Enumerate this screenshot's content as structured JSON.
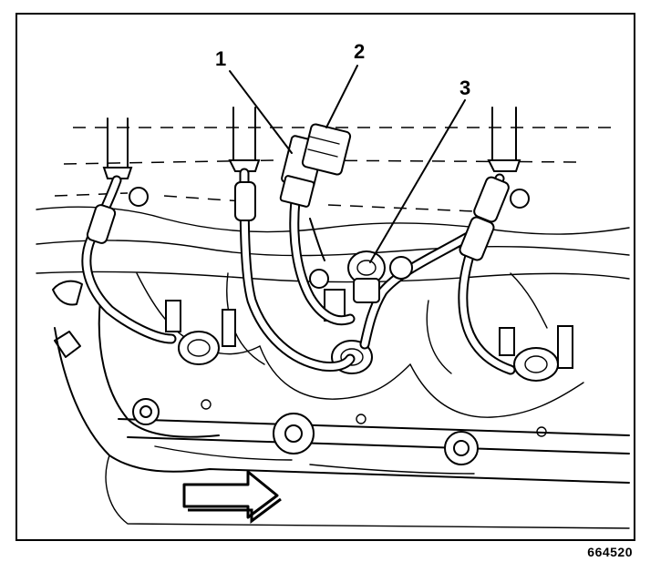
{
  "figure_id": "664520",
  "callouts": [
    {
      "label": "1",
      "part": "wiring-harness-connector"
    },
    {
      "label": "2",
      "part": "electrical-connector"
    },
    {
      "label": "3",
      "part": "sensor"
    }
  ],
  "arrow_icon": "direction-arrow-icon"
}
